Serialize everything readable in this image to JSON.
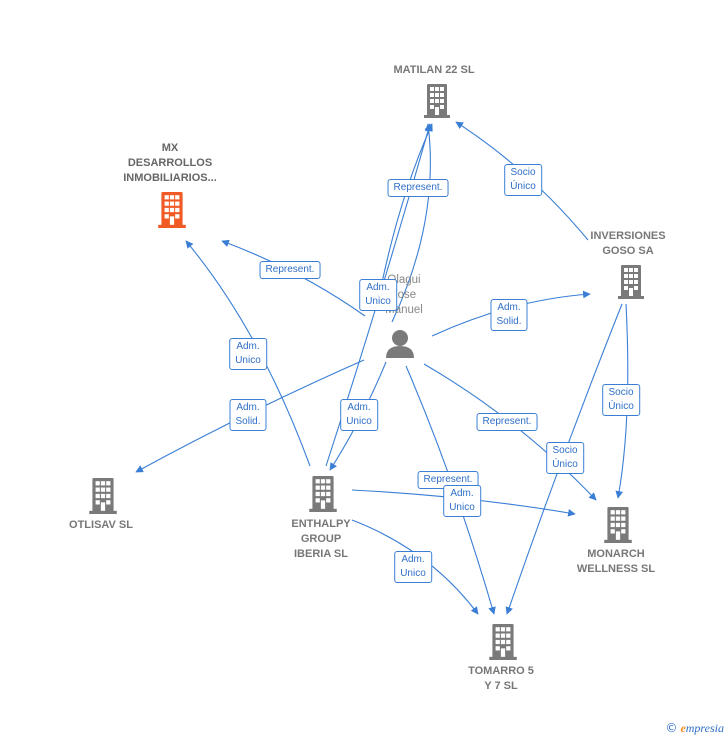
{
  "colors": {
    "edge": "#3a7fd5",
    "building": "#7a7a7a",
    "highlight": "#f15a24",
    "person": "#7a7a7a"
  },
  "nodes": {
    "matilan": {
      "label": "MATILAN 22  SL",
      "icon": "building-icon"
    },
    "mx": {
      "label": "MX\nDESARROLLOS\nINMOBILIARIOS...",
      "icon": "building-icon-highlight"
    },
    "inversiones": {
      "label": "INVERSIONES\nGOSO SA",
      "icon": "building-icon"
    },
    "person": {
      "label": "Olagui\nJose\nManuel",
      "icon": "person-icon"
    },
    "otlisav": {
      "label": "OTLISAV  SL",
      "icon": "building-icon"
    },
    "enthalpy": {
      "label": "ENTHALPY\nGROUP\nIBERIA  SL",
      "icon": "building-icon"
    },
    "monarch": {
      "label": "MONARCH\nWELLNESS  SL",
      "icon": "building-icon"
    },
    "tomarro": {
      "label": "TOMARRO 5\nY 7  SL",
      "icon": "building-icon"
    }
  },
  "edges": {
    "represent_matilan": "Represent.",
    "socio_matilan": "Socio\nÚnico",
    "represent_mx": "Represent.",
    "adm_unico_person_matilan": "Adm.\nUnico",
    "adm_solid_inversiones": "Adm.\nSolid.",
    "adm_unico_enthalpy_mx": "Adm.\nUnico",
    "adm_solid_otlisav": "Adm.\nSolid.",
    "adm_unico_enthalpy": "Adm.\nUnico",
    "represent_monarch": "Represent.",
    "socio_tomarro": "Socio\nÚnico",
    "socio_monarch": "Socio\nÚnico",
    "represent_tomarro": "Represent.",
    "adm_unico_tomarro_mid": "Adm.\nUnico",
    "adm_unico_tomarro": "Adm.\nUnico"
  },
  "footer": {
    "copyright": "©",
    "brand_initial": "e",
    "brand_rest": "mpresia"
  }
}
